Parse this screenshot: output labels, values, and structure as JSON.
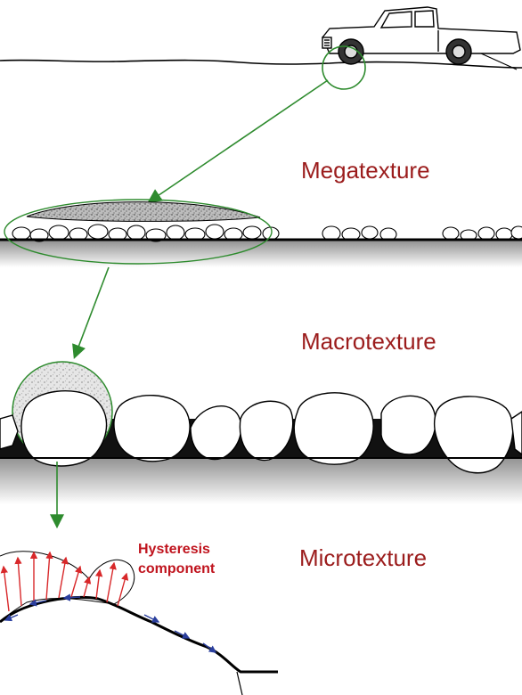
{
  "labels": {
    "megatexture": "Megatexture",
    "macrotexture": "Macrotexture",
    "microtexture": "Microtexture",
    "hysteresis_line1": "Hysteresis",
    "hysteresis_line2": "component"
  },
  "colors": {
    "label_text": "#9b1c1c",
    "hysteresis_text": "#c0141e",
    "zoom_arrow": "#2e8b2e",
    "road_line": "#000000",
    "stress_arrow_red": "#d8282a",
    "adhesion_arrow_blue": "#2b3f9e",
    "stone_fill": "#ffffff",
    "aggregate_fill": "#222222"
  },
  "icons": [
    "pickup-truck-icon",
    "magnifier-circle-icon"
  ]
}
